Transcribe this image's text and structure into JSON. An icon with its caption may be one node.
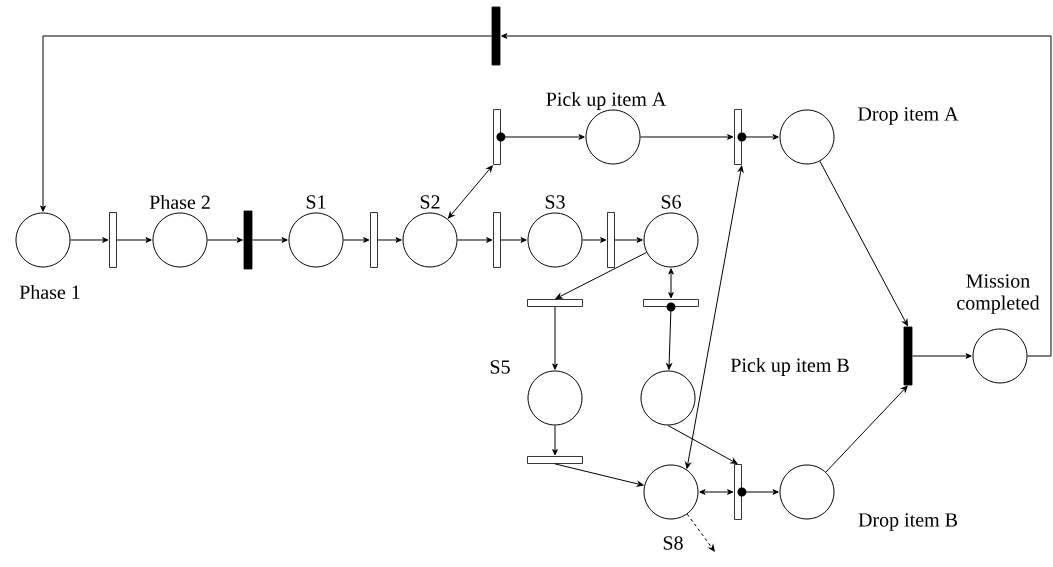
{
  "diagram": {
    "nodes": [
      {
        "text": [],
        "shape": "circle",
        "beside": [
          "Phase 1"
        ]
      },
      {
        "text": [],
        "shape": "circle",
        "beside": [
          "Phase 2"
        ]
      },
      {
        "text": [],
        "shape": "circle",
        "beside": [
          "S1"
        ]
      },
      {
        "text": [],
        "shape": "circle",
        "beside": [
          "S2"
        ]
      },
      {
        "text": [],
        "shape": "circle",
        "beside": [
          "Pick up item A"
        ]
      },
      {
        "text": [],
        "shape": "circle",
        "beside": [
          "Drop item A"
        ]
      },
      {
        "text": [],
        "shape": "circle",
        "beside": [
          "S3"
        ]
      },
      {
        "text": [],
        "shape": "circle",
        "beside": [
          "S6"
        ]
      },
      {
        "text": [],
        "shape": "circle",
        "beside": [
          "S5"
        ]
      },
      {
        "text": [],
        "shape": "circle",
        "beside": [
          "Pick up item B"
        ]
      },
      {
        "text": [],
        "shape": "circle",
        "beside": [
          "S8"
        ]
      },
      {
        "text": [],
        "shape": "circle",
        "beside": [
          "Drop item B"
        ]
      },
      {
        "text": [],
        "shape": "circle",
        "beside": [
          "Mission completed"
        ]
      },
      {
        "text": [],
        "shape": "bar"
      },
      {
        "text": [],
        "shape": "bar"
      },
      {
        "text": [],
        "shape": "bar"
      },
      {
        "text": [],
        "shape": "bar"
      },
      {
        "text": [],
        "shape": "bar"
      },
      {
        "text": [],
        "shape": "bar"
      },
      {
        "text": [],
        "shape": "bar"
      },
      {
        "text": [],
        "shape": "bar"
      },
      {
        "text": [],
        "shape": "bar"
      },
      {
        "text": [],
        "shape": "bar"
      },
      {
        "text": [],
        "shape": "bar"
      },
      {
        "text": [],
        "shape": "bar"
      },
      {
        "text": [],
        "shape": "bar"
      }
    ],
    "edges": [
      {
        "from": 0,
        "to": 13,
        "arrow": "to"
      },
      {
        "from": 13,
        "to": 1,
        "arrow": "to"
      },
      {
        "from": 1,
        "to": 14,
        "arrow": "to"
      },
      {
        "from": 14,
        "to": 2,
        "arrow": "to"
      },
      {
        "from": 2,
        "to": 15,
        "arrow": "to"
      },
      {
        "from": 15,
        "to": 3,
        "arrow": "to"
      },
      {
        "from": 3,
        "to": 16,
        "arrow": "to"
      },
      {
        "from": 16,
        "to": 6,
        "arrow": "to"
      },
      {
        "from": 6,
        "to": 17,
        "arrow": "to"
      },
      {
        "from": 17,
        "to": 7,
        "arrow": "to"
      },
      {
        "from": 3,
        "to": 18,
        "arrow": "both"
      },
      {
        "from": 18,
        "to": 4,
        "arrow": "to"
      },
      {
        "from": 4,
        "to": 19,
        "arrow": "to"
      },
      {
        "from": 19,
        "to": 5,
        "arrow": "to"
      },
      {
        "from": 5,
        "to": 25,
        "arrow": "to"
      },
      {
        "from": 7,
        "to": 21,
        "arrow": "to"
      },
      {
        "from": 21,
        "to": 8,
        "arrow": "to"
      },
      {
        "from": 7,
        "to": 22,
        "arrow": "both"
      },
      {
        "from": 22,
        "to": 9,
        "arrow": "to"
      },
      {
        "from": 8,
        "to": 23,
        "arrow": "to"
      },
      {
        "from": 23,
        "to": 10,
        "arrow": "to"
      },
      {
        "from": 9,
        "to": 24,
        "arrow": "to"
      },
      {
        "from": 10,
        "to": 24,
        "arrow": "both"
      },
      {
        "from": 24,
        "to": 11,
        "arrow": "to"
      },
      {
        "from": 11,
        "to": 25,
        "arrow": "to"
      },
      {
        "from": 25,
        "to": 12,
        "arrow": "to"
      },
      {
        "from": 12,
        "to": 20,
        "arrow": "to"
      },
      {
        "from": 20,
        "to": 0,
        "arrow": "to"
      },
      {
        "from": 10,
        "to": 19,
        "arrow": "both"
      },
      {
        "from": 10,
        "to": null,
        "arrow": "to",
        "style": "dashed"
      }
    ]
  }
}
